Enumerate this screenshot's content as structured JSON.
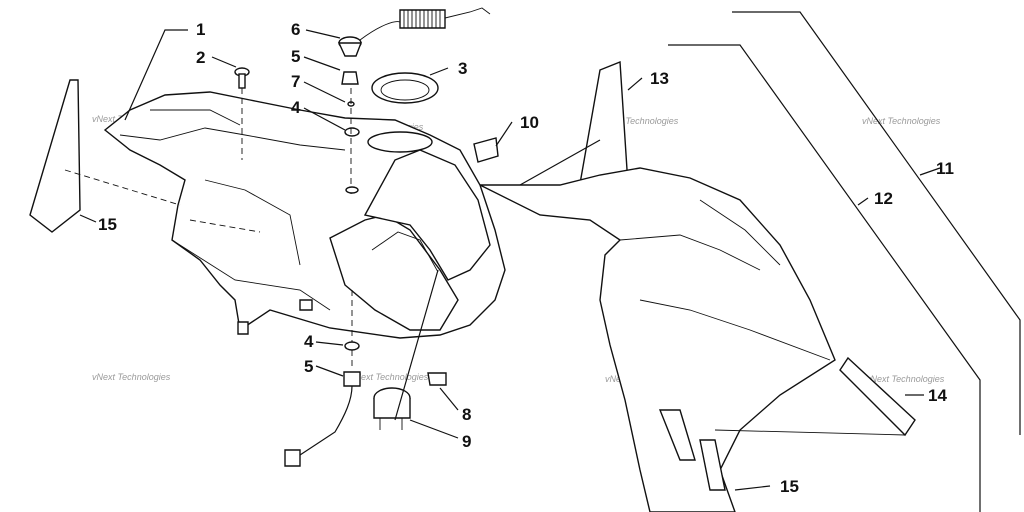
{
  "watermark": "vNext Technologies",
  "callouts": {
    "c1": "1",
    "c2": "2",
    "c3": "3",
    "c4a": "4",
    "c4b": "4",
    "c5a": "5",
    "c5b": "5",
    "c6": "6",
    "c7": "7",
    "c8": "8",
    "c9": "9",
    "c10": "10",
    "c11": "11",
    "c12": "12",
    "c13": "13",
    "c14": "14",
    "c15a": "15",
    "c15b": "15"
  }
}
